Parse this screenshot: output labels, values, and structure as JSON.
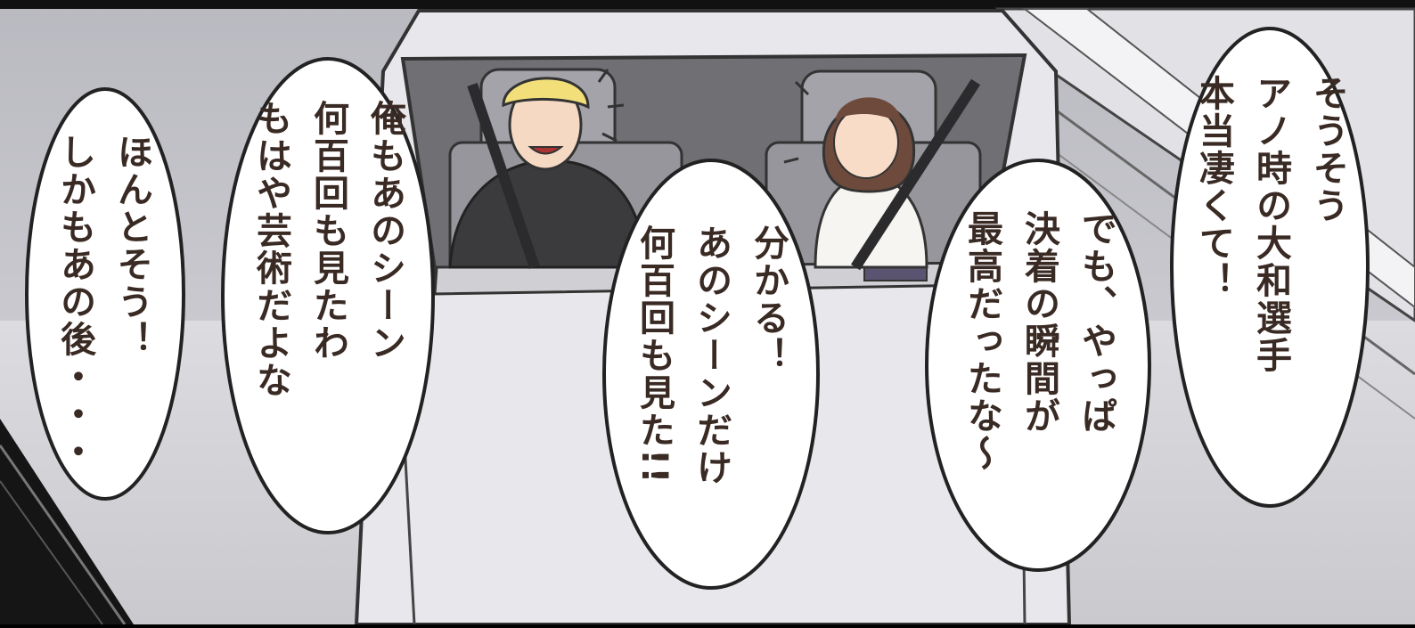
{
  "panel": {
    "colors": {
      "sky": "#c6c6cc",
      "car_body": "#e6e6ea",
      "interior": "#7f7f84",
      "seat": "#9c9ca2",
      "man_hair": "#f2df7a",
      "man_sweater": "#3b3b3d",
      "woman_hair": "#6e4a3c",
      "woman_top": "#f7f5f2",
      "text": "#3a2a24"
    }
  },
  "bubbles": [
    {
      "lines": [
        "ほんとそう！",
        "しかもあの後・・・"
      ]
    },
    {
      "lines": [
        "俺もあのシーン",
        "何百回も見たわ",
        "もはや芸術だよな"
      ]
    },
    {
      "lines": [
        "分かる！",
        "あのシーンだけ",
        "何百回も見た!!"
      ]
    },
    {
      "lines": [
        "でも、やっぱ",
        "決着の瞬間が",
        "最高だったな～"
      ]
    },
    {
      "lines": [
        "そうそう",
        "アノ時の大和選手",
        "本当凄くて！"
      ]
    }
  ]
}
